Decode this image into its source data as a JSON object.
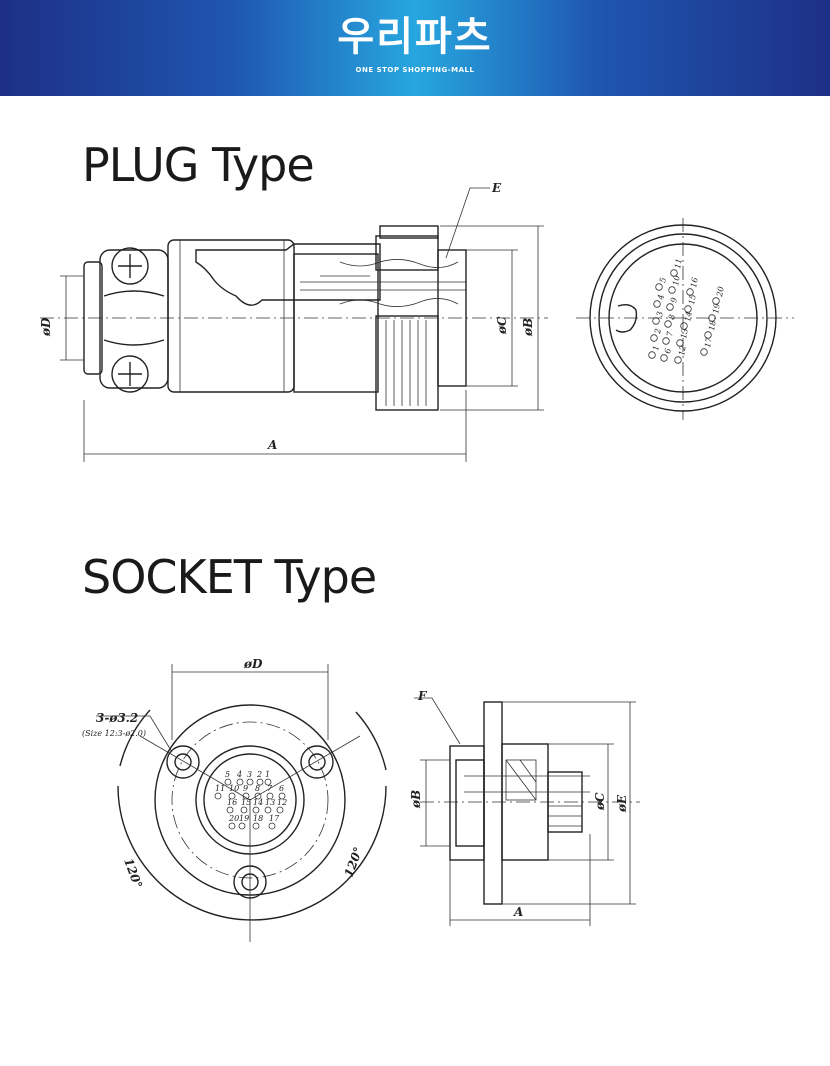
{
  "header": {
    "brand": "우리파츠",
    "slogan": "ONE STOP SHOPPING-MALL",
    "colors": {
      "dark": "#1d2f86",
      "light": "#27a6df"
    }
  },
  "plug": {
    "title": "PLUG Type",
    "dims": {
      "a": "A",
      "b": "øB",
      "c": "øC",
      "d": "øD",
      "e": "E"
    },
    "pins": [
      "1",
      "2",
      "3",
      "4",
      "5",
      "6",
      "7",
      "8",
      "9",
      "10",
      "11",
      "12",
      "13",
      "14",
      "15",
      "16",
      "17",
      "18",
      "19",
      "20"
    ]
  },
  "socket": {
    "title": "SOCKET Type",
    "dims": {
      "a": "A",
      "b": "øB",
      "c": "øC",
      "d": "øD",
      "e": "øE",
      "f": "F"
    },
    "hole_label": "3-ø3.2",
    "hole_note": "(Size 12:3-ø2.0)",
    "angle_left": "120°",
    "angle_right": "120°",
    "pins": [
      "1",
      "2",
      "3",
      "4",
      "5",
      "6",
      "7",
      "8",
      "9",
      "10",
      "11",
      "12",
      "13",
      "14",
      "15",
      "16",
      "17",
      "18",
      "19",
      "20"
    ]
  }
}
